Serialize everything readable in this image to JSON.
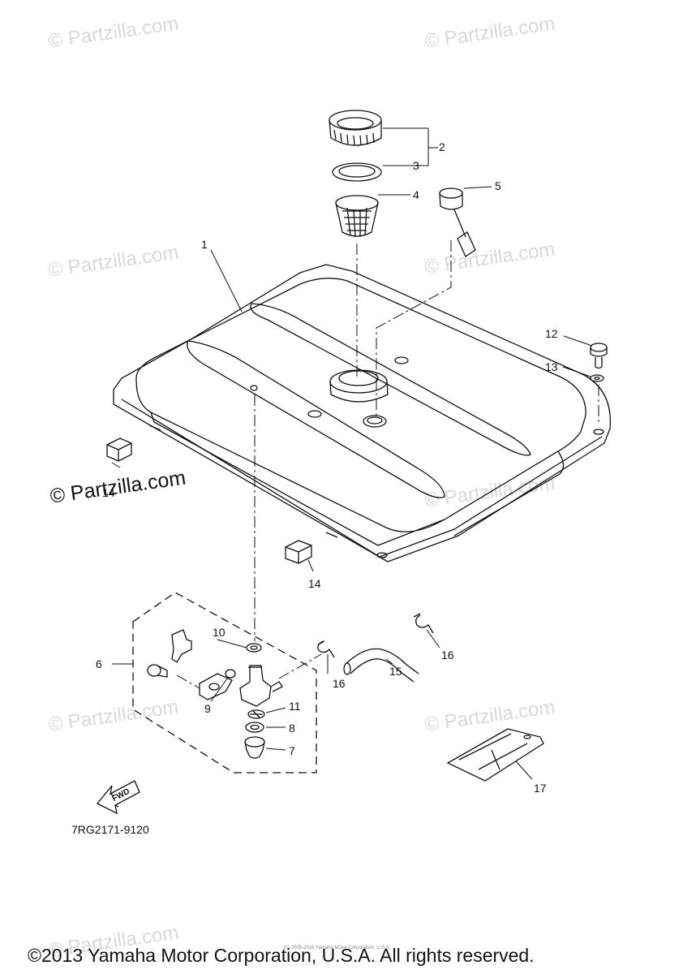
{
  "watermarks": [
    "© Partzilla.com",
    "© Partzilla.com",
    "© Partzilla.com",
    "© Partzilla.com",
    "© Partzilla.com",
    "© Partzilla.com",
    "© Partzilla.com",
    "© Partzilla.com",
    "© Partzilla.com"
  ],
  "callouts": [
    "1",
    "2",
    "3",
    "4",
    "5",
    "6",
    "7",
    "8",
    "9",
    "10",
    "11",
    "12",
    "13",
    "14",
    "14",
    "15",
    "16",
    "16",
    "17"
  ],
  "fwd_label": "FWD",
  "diagram_code": "7RG2171-9120",
  "footer": {
    "small_notice": "(c) 2005-2016 Yamaha Motor Corporation, U.S.A.",
    "copyright": "©2013 Yamaha Motor Corporation, U.S.A. All rights reserved."
  }
}
